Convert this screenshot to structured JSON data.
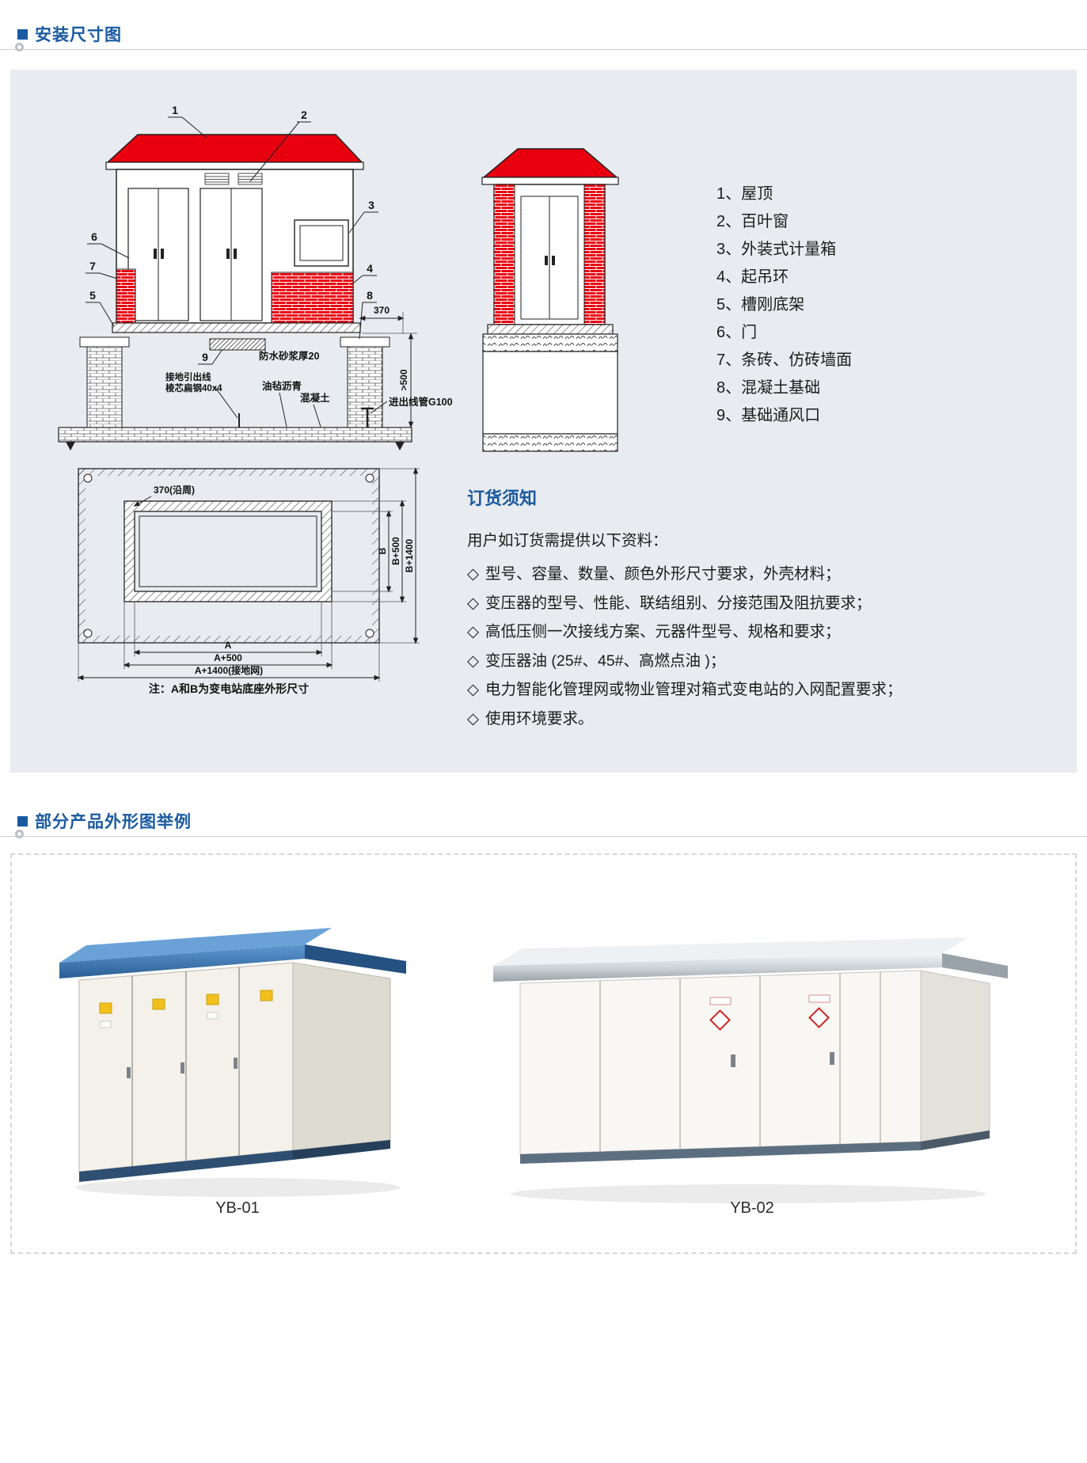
{
  "colors": {
    "accent": "#1a5aa0",
    "red": "#e8000f",
    "panel_bg": "#e8ebef"
  },
  "install": {
    "title": "安装尺寸图",
    "callouts": [
      "1",
      "2",
      "3",
      "4",
      "5",
      "6",
      "7",
      "8",
      "9"
    ],
    "legend": [
      "1、屋顶",
      "2、百叶窗",
      "3、外装式计量箱",
      "4、起吊环",
      "5、槽刚底架",
      "6、门",
      "7、条砖、仿砖墙面",
      "8、混凝土基础",
      "9、基础通风口"
    ],
    "front_labels": {
      "mortar": "防水砂浆厚20",
      "ground1": "接地引出线",
      "ground2": "棱芯扁钢40x4",
      "asphalt": "油毡沥青",
      "concrete": "混凝土",
      "conduit": "进出线管G100",
      "dim370": "370",
      "dim500": ">500"
    },
    "plan": {
      "dim370": "370(沿周)",
      "a": "A",
      "a500": "A+500",
      "a1400": "A+1400(接地网)",
      "b": "B",
      "b500": "B+500",
      "b1400": "B+1400",
      "note": "注：A和B为变电站底座外形尺寸"
    }
  },
  "ordering": {
    "title": "订货须知",
    "intro": "用户如订货需提供以下资料：",
    "bullet": "◇",
    "items": [
      "型号、容量、数量、颜色外形尺寸要求，外壳材料；",
      "变压器的型号、性能、联结组别、分接范围及阻抗要求；",
      "高低压侧一次接线方案、元器件型号、规格和要求；",
      "变压器油 (25#、45#、高燃点油 )；",
      "电力智能化管理网或物业管理对箱式变电站的入网配置要求；",
      "使用环境要求。"
    ]
  },
  "products": {
    "title": "部分产品外形图举例",
    "items": [
      {
        "caption": "YB-01"
      },
      {
        "caption": "YB-02"
      }
    ]
  }
}
